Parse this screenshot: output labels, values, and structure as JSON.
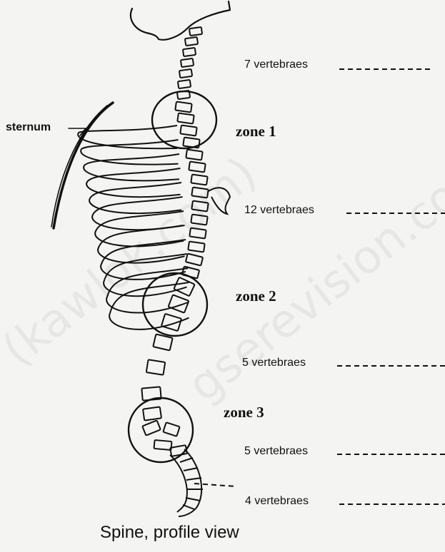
{
  "labels": {
    "sternum": "sternum",
    "zone1": "zone 1",
    "zone2": "zone 2",
    "zone3": "zone 3",
    "cervical": "7 vertebraes",
    "thoracic": "12 vertebraes",
    "lumbar": "5 vertebraes",
    "sacral": "5 vertebraes",
    "coccyx": "4 vertebraes"
  },
  "caption": "Spine, profile view",
  "watermark": {
    "text1": "(kawlok.com)",
    "text2": "gserevision.com"
  },
  "colors": {
    "ink": "#111111",
    "background": "#f4f4f2"
  }
}
